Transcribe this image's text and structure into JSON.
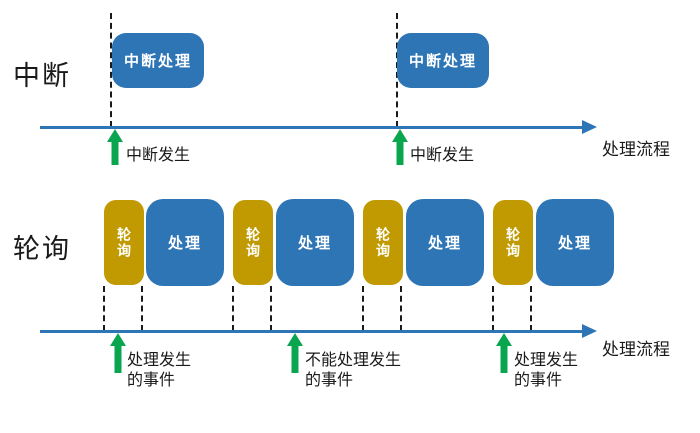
{
  "colors": {
    "process_blue": "#2E75B6",
    "poll_gold": "#C09A00",
    "timeline_blue": "#2E75B6",
    "event_green": "#0AA64F",
    "text": "#1A1A1A",
    "box_text": "#FFFFFF"
  },
  "interrupt": {
    "label": "中断",
    "flow_label": "处理流程",
    "events": [
      {
        "box_label": "中断处理",
        "arrow_label": "中断发生"
      },
      {
        "box_label": "中断处理",
        "arrow_label": "中断发生"
      }
    ]
  },
  "polling": {
    "label": "轮询",
    "flow_label": "处理流程",
    "cycles": [
      {
        "poll_label": "轮询",
        "process_label": "处理"
      },
      {
        "poll_label": "轮询",
        "process_label": "处理"
      },
      {
        "poll_label": "轮询",
        "process_label": "处理"
      },
      {
        "poll_label": "轮询",
        "process_label": "处理"
      }
    ],
    "events": [
      {
        "line1": "处理发生",
        "line2": "的事件"
      },
      {
        "line1": "不能处理发生",
        "line2": "的事件"
      },
      {
        "line1": "处理发生",
        "line2": "的事件"
      }
    ]
  }
}
